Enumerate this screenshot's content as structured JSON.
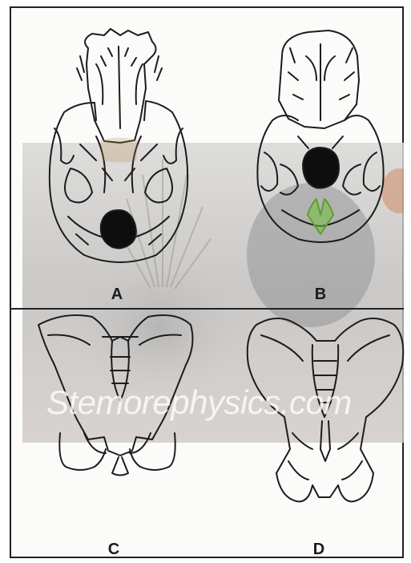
{
  "panels": [
    {
      "label": "A"
    },
    {
      "label": "B"
    },
    {
      "label": "C"
    },
    {
      "label": "D"
    }
  ],
  "watermark": {
    "text": "Stemorephysics.com"
  },
  "colors": {
    "line": "#1c1c1c",
    "foramen_fill": "#0e0e0e",
    "foramen_highlight": "#6fbf3a",
    "sepia": "#b9894b"
  }
}
